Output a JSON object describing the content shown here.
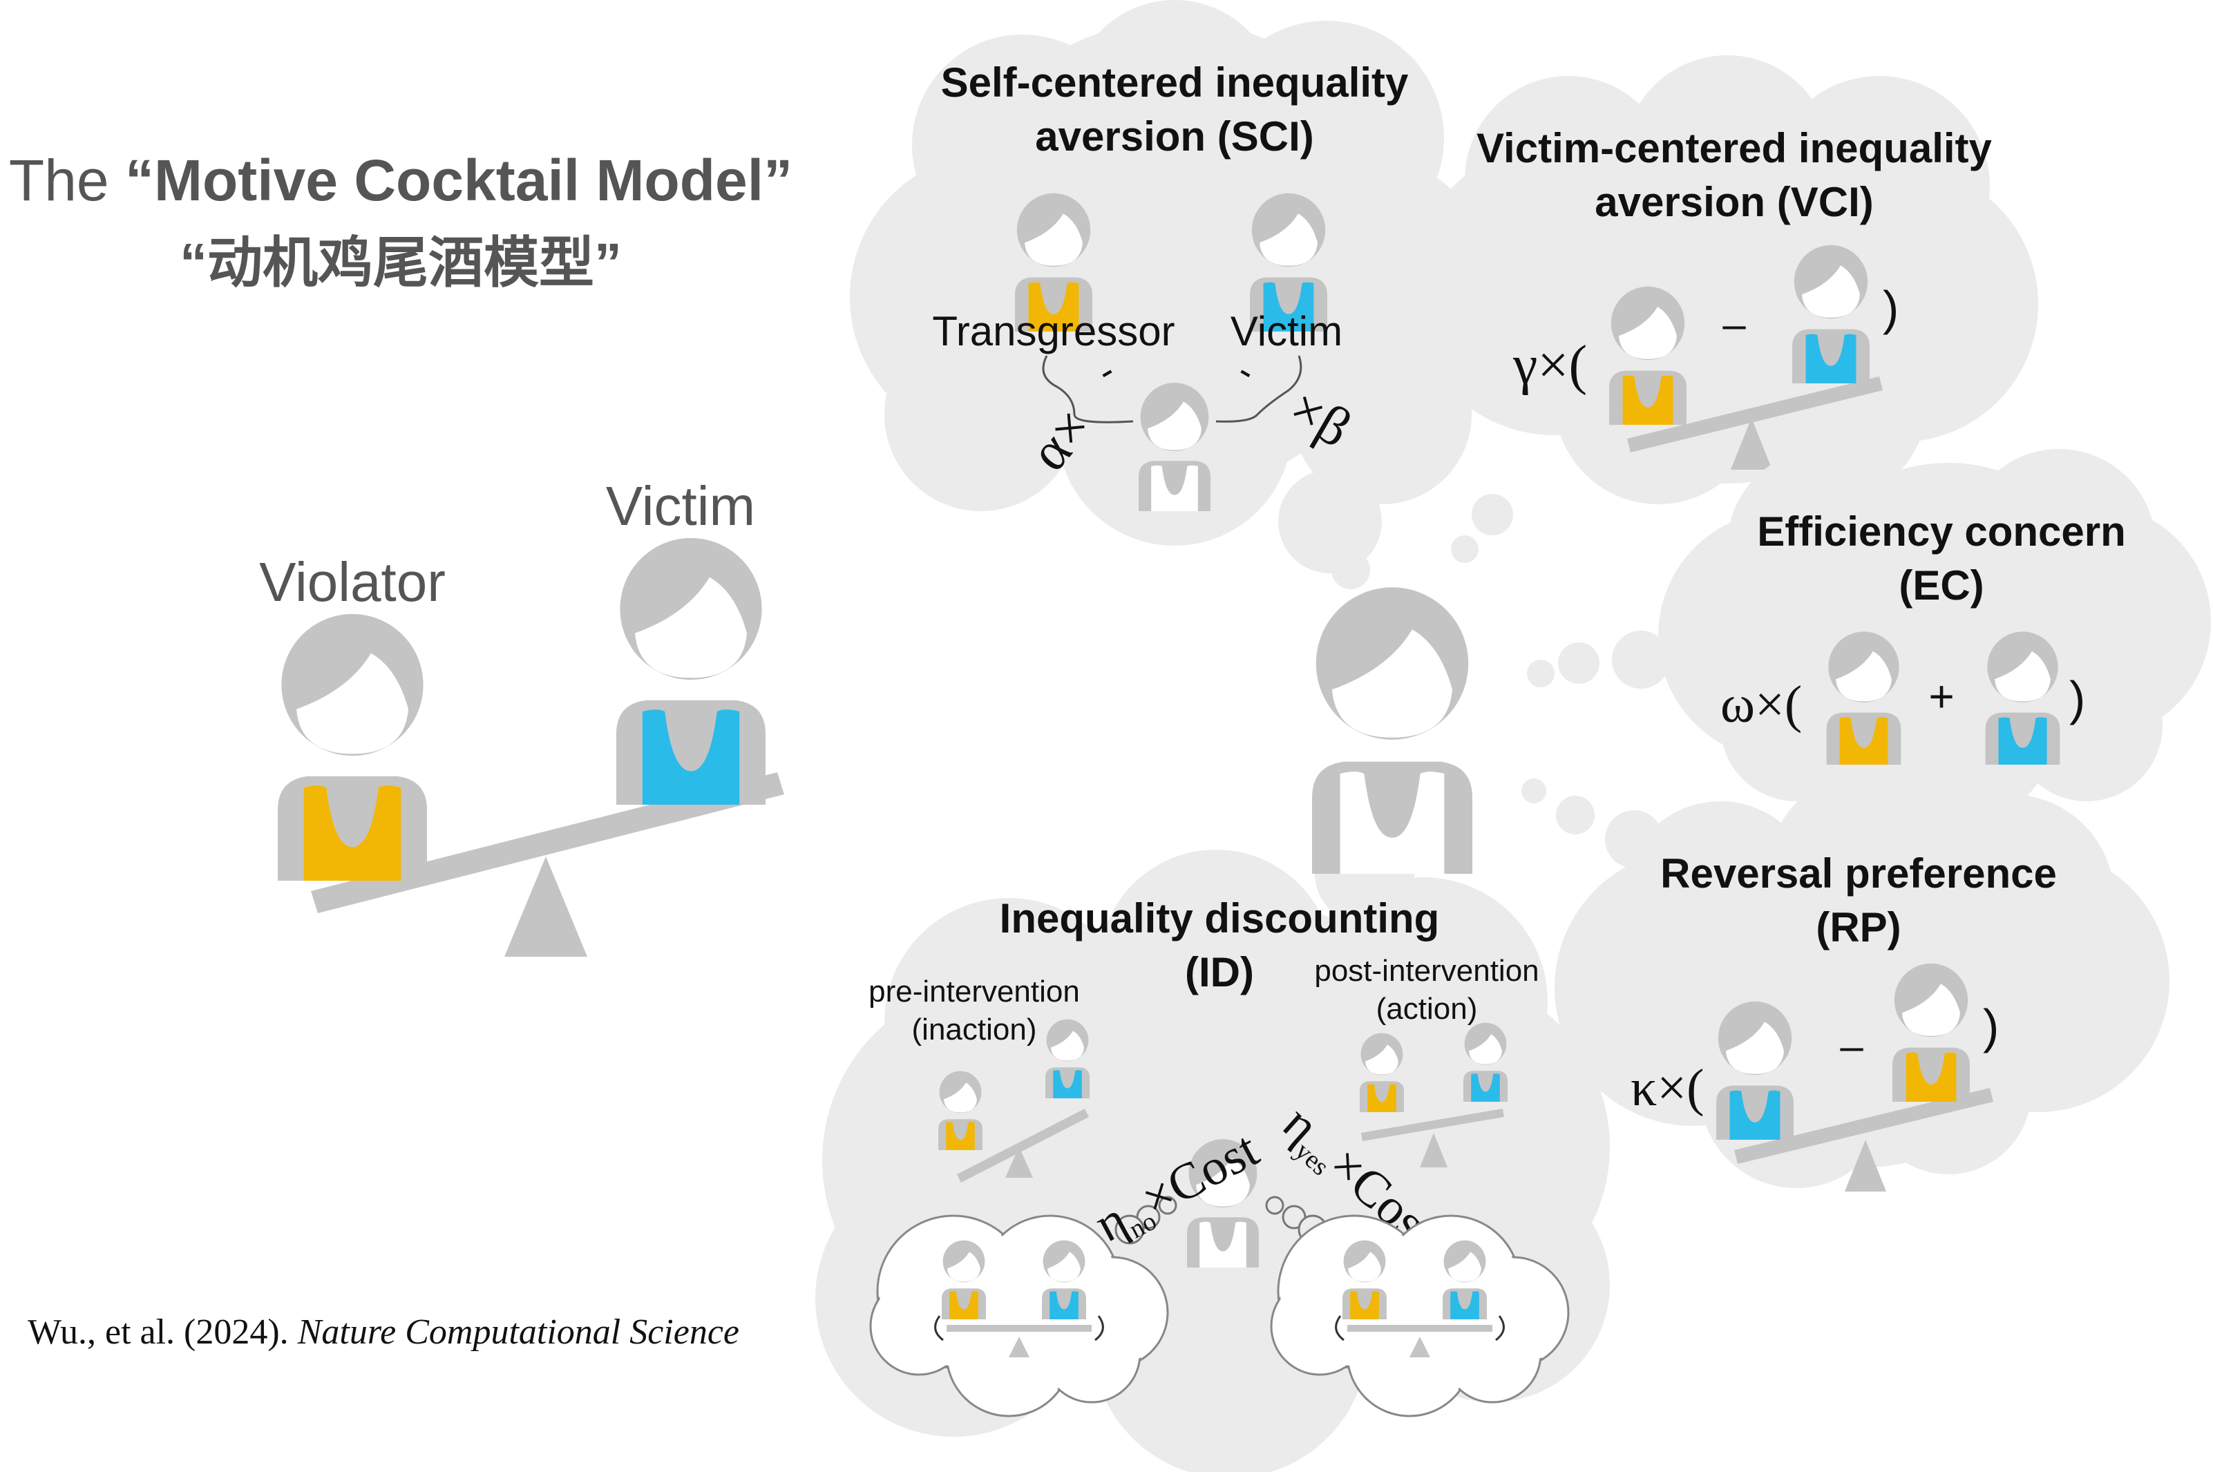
{
  "title": {
    "prefix": "The ",
    "bold": "“Motive Cocktail Model”",
    "chinese": "“动机鸡尾酒模型”"
  },
  "citation": {
    "authors": "Wu., et al. (2024). ",
    "journal": "Nature Computational Science"
  },
  "seesaw_left": {
    "violator_label": "Violator",
    "victim_label": "Victim"
  },
  "sci": {
    "heading_line1": "Self-centered inequality",
    "heading_line2": "aversion (SCI)",
    "transgressor_label": "Transgressor",
    "victim_label": "Victim",
    "alpha": "α×",
    "beta": "×β",
    "minus": "-"
  },
  "vci": {
    "heading_line1": "Victim-centered inequality",
    "heading_line2": "aversion (VCI)",
    "coef": "γ×(",
    "minus": "–",
    "close": ")"
  },
  "ec": {
    "heading_line1": "Efficiency concern",
    "heading_line2": "(EC)",
    "coef": "ω×(",
    "plus": "+",
    "close": ")"
  },
  "rp": {
    "heading_line1": "Reversal preference",
    "heading_line2": "(RP)",
    "coef": "κ×(",
    "minus": "–",
    "close": ")"
  },
  "id": {
    "heading_line1": "Inequality discounting",
    "heading_line2": "(ID)",
    "pre_line1": "pre-intervention",
    "pre_line2": "(inaction)",
    "post_line1": "post-intervention",
    "post_line2": "(action)",
    "eta": "η",
    "eta_no_sub": "no",
    "eta_yes_sub": "yes",
    "times_cost": "×Cost"
  },
  "colors": {
    "bubble": "#ebebeb",
    "figure": "#c4c4c4",
    "transgressor_shirt": "#f2b705",
    "victim_shirt": "#2bbbe8",
    "text": "#111111",
    "title": "#555555"
  }
}
